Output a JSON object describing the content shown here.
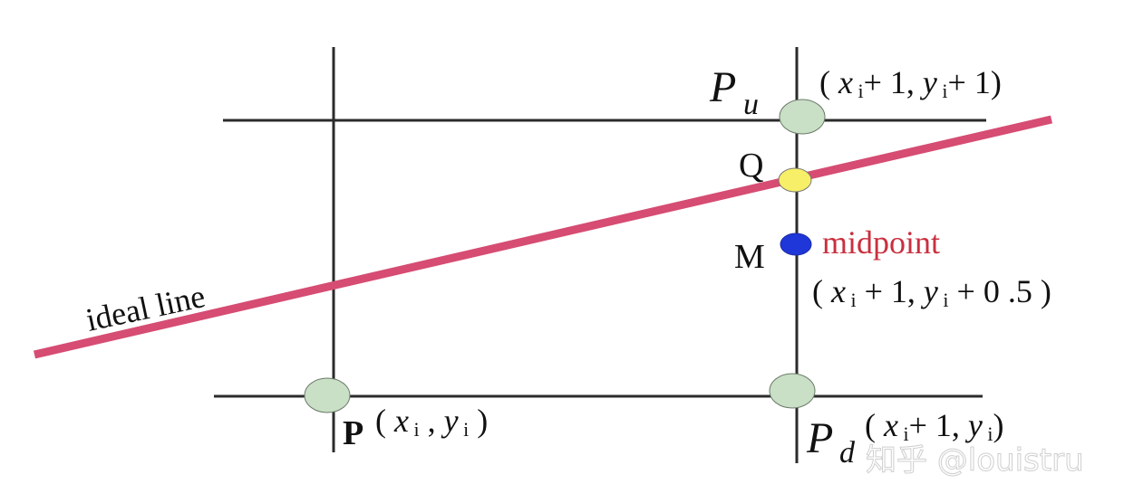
{
  "labels": {
    "ideal_line": "ideal line",
    "pu_main": "P",
    "pu_sub": "u",
    "pd_main": "P",
    "pd_sub": "d",
    "p": "P",
    "q": "Q",
    "m": "M",
    "midpoint": "midpoint",
    "upper_coord": "( x i + 1, y i + 1)",
    "mid_coord": "( x i + 1, y i + 0 .5 )",
    "p_coord": "( x i , y i )",
    "pd_coord": "( x i + 1, y i )"
  },
  "watermark": {
    "text": "知乎 @louistru"
  },
  "colors": {
    "grid": "#2b2b2b",
    "ideal_line": "#d64c72",
    "pixel_fill": "#c9dfc6",
    "q_fill": "#f7ef67",
    "m_fill": "#1f36d8",
    "midpoint_text": "#c9303f"
  }
}
